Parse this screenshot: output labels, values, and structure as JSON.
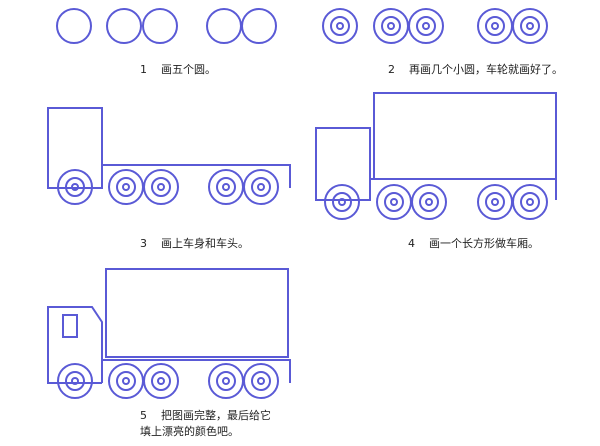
{
  "steps": [
    {
      "number": "1",
      "text": "画五个圆。"
    },
    {
      "number": "2",
      "text": "再画几个小圆，车轮就画好了。"
    },
    {
      "number": "3",
      "text": "画上车身和车头。"
    },
    {
      "number": "4",
      "text": "画一个长方形做车厢。"
    },
    {
      "number": "5",
      "text": "把图画完整，最后给它",
      "text2": "填上漂亮的颜色吧。"
    }
  ],
  "colors": {
    "stroke": "#5a5ad6",
    "text": "#222222",
    "background": "#ffffff"
  }
}
